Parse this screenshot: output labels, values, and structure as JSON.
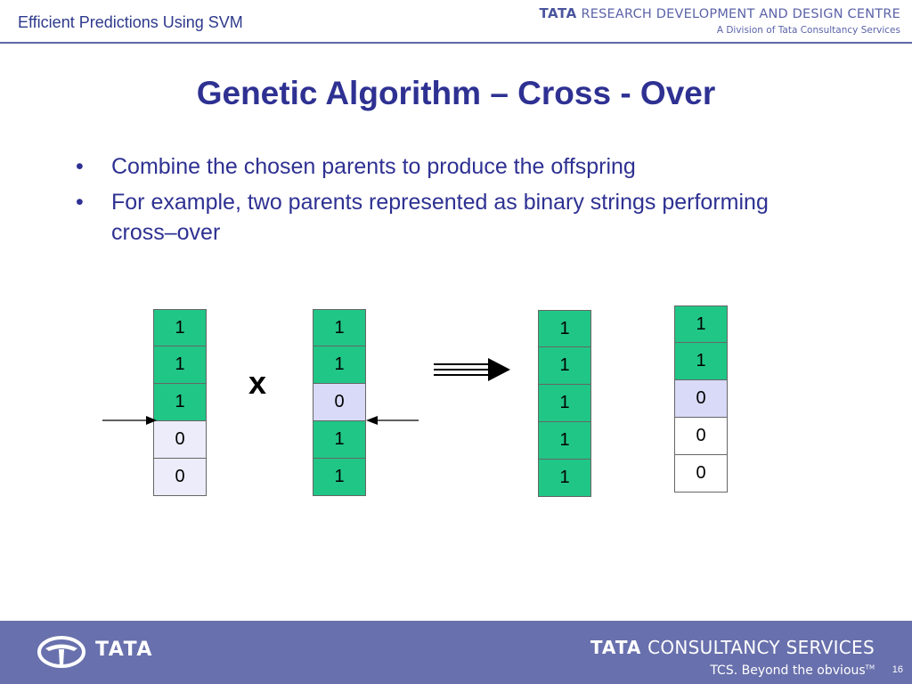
{
  "header": {
    "presentation_title": "Efficient Predictions Using SVM",
    "org_brand": "TATA",
    "org_name": "RESEARCH DEVELOPMENT AND DESIGN CENTRE",
    "org_division": "A Division of Tata Consultancy Services"
  },
  "slide": {
    "title": "Genetic Algorithm – Cross - Over",
    "bullets": [
      "Combine the chosen parents to produce the offspring",
      "For example, two parents represented as binary strings performing cross–over"
    ],
    "bullet_marker": "•"
  },
  "diagram": {
    "parent1": [
      "1",
      "1",
      "1",
      "0",
      "0"
    ],
    "parent2": [
      "1",
      "1",
      "0",
      "1",
      "1"
    ],
    "offspring1": [
      "1",
      "1",
      "1",
      "1",
      "1"
    ],
    "offspring2": [
      "1",
      "1",
      "0",
      "0",
      "0"
    ],
    "operator": "x",
    "colors": {
      "gene_one": "#20c686",
      "gene_zero_light": "#ececfb",
      "gene_zero_mid": "#d9daf7",
      "arrow": "#000000"
    }
  },
  "footer": {
    "logo_text": "TATA",
    "company_brand": "TATA",
    "company_name": "CONSULTANCY SERVICES",
    "tagline": "TCS. Beyond the obvious",
    "trademark": "TM",
    "page_number": "16",
    "background": "#6870ad"
  }
}
